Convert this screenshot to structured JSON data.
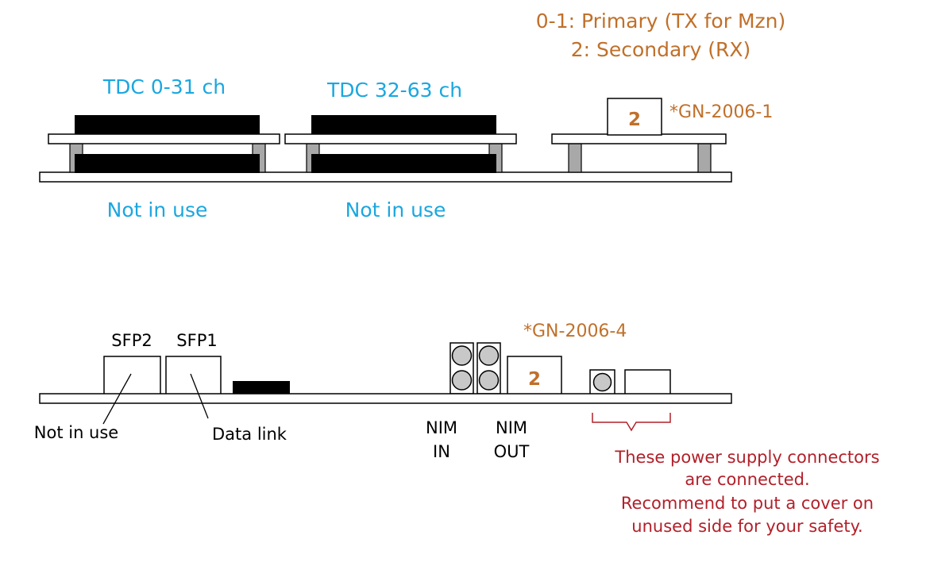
{
  "legend": {
    "line1": "0-1: Primary (TX for Mzn)",
    "line2": "2: Secondary (RX)"
  },
  "top_view": {
    "tdc_left_label": "TDC 0-31 ch",
    "tdc_right_label": "TDC 32-63 ch",
    "connector_number": "2",
    "board_label": "*GN-2006-1",
    "not_in_use_left": "Not in use",
    "not_in_use_right": "Not in use"
  },
  "bottom_view": {
    "sfp2_label": "SFP2",
    "sfp1_label": "SFP1",
    "sfp2_note": "Not in use",
    "sfp1_note": "Data link",
    "board_label": "*GN-2006-4",
    "connector_number": "2",
    "nim_in_line1": "NIM",
    "nim_in_line2": "IN",
    "nim_out_line1": "NIM",
    "nim_out_line2": "OUT",
    "power_note": [
      "These power supply connectors",
      "are connected.",
      "Recommend to put a cover on",
      "unused side for your safety."
    ]
  },
  "colors": {
    "blue_label": "#1aa7e0",
    "orange_label": "#c0702a",
    "red_note": "#b2202a",
    "standoff": "#a8a8a8",
    "lemo": "#c8c8c8",
    "block": "#000000"
  }
}
